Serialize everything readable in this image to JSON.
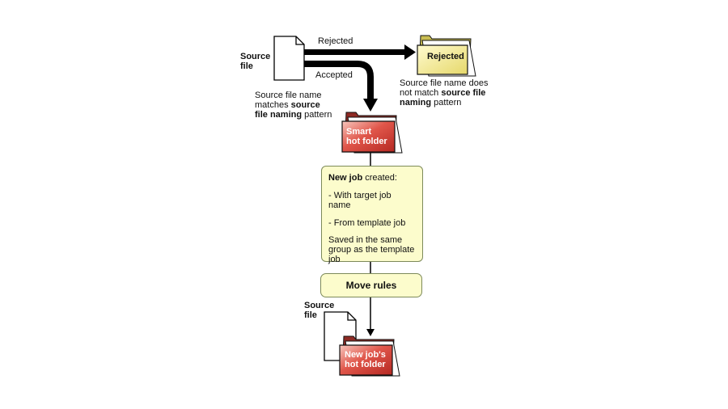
{
  "source_top": {
    "line1": "Source",
    "line2": "file"
  },
  "rejected_edge": "Rejected",
  "accepted_edge": "Accepted",
  "rejected_folder": "Rejected",
  "rejected_note": {
    "line1": "Source file name does",
    "line2_pre": "not match ",
    "line2_bold": "source file",
    "line3_bold": "naming",
    "line3_post": " pattern"
  },
  "accepted_note": {
    "line1": "Source file name",
    "line2_pre": "matches ",
    "line2_bold": "source",
    "line3_bold": "file naming",
    "line3_post": " pattern"
  },
  "smart_folder": {
    "line1": "Smart",
    "line2": "hot folder"
  },
  "new_job": {
    "title_bold": "New job",
    "title_post": " created:",
    "item1": "- With target job name",
    "item2": "- From template job",
    "saved_line1": "Saved in the same",
    "saved_line2": "group as the template",
    "saved_line3": "job"
  },
  "move_rules": "Move rules",
  "source_bottom": {
    "line1": "Source",
    "line2": "file"
  },
  "new_job_folder": {
    "line1": "New job's",
    "line2": "hot folder"
  },
  "colors": {
    "red_folder": "#d94a40",
    "yellow_folder": "#f2ea8f",
    "box_fill": "#fcfccc",
    "arrow": "#000000"
  }
}
